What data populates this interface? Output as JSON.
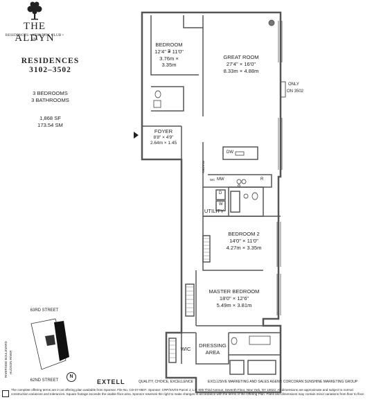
{
  "brand": {
    "name": "THE ALDYN",
    "tagline": "RESIDENCES • ATHLETIC CLUB • SPA",
    "developer": "EXTELL",
    "developer_tagline": "QUALITY, CHOICE, EXCELLENCE",
    "marketing": "EXCLUSIVE MARKETING AND SALES AGENT: CORCORAN SUNSHINE MARKETING GROUP"
  },
  "residence": {
    "heading": "RESIDENCES",
    "units": "3102–3502",
    "bedrooms": "3 BEDROOMS",
    "bathrooms": "3 BATHROOMS",
    "area_sf": "1,868 SF",
    "area_sm": "173.54 SM"
  },
  "rooms": {
    "bedroom3": {
      "name": "BEDROOM 3",
      "imperial": "12'4\" × 11'0\"",
      "metric": "3.76m × 3.35m"
    },
    "great_room": {
      "name": "GREAT ROOM",
      "imperial": "27'4\" × 16'0\"",
      "metric": "8.33m × 4.88m"
    },
    "only_note": {
      "line1": "ONLY",
      "line2": "ON 3502"
    },
    "foyer": {
      "name": "FOYER",
      "imperial": "8'8\" × 4'9\"",
      "metric": "2.64m × 1.45"
    },
    "bedroom2": {
      "name": "BEDROOM 2",
      "imperial": "14'0\" × 11'0\"",
      "metric": "4.27m × 3.35m"
    },
    "master": {
      "name": "MASTER BEDROOM",
      "imperial": "18'0\" × 12'6\"",
      "metric": "5.49m × 3.81m"
    },
    "dressing": {
      "line1": "DRESSING",
      "line2": "AREA"
    },
    "wic": "WIC",
    "utility": "UTILITY",
    "dw": "DW",
    "mw": "MW",
    "wc": "WC",
    "r": "R",
    "d": "D",
    "w": "W",
    "pantry": "PANTRY"
  },
  "keyplan": {
    "top_street": "63RD STREET",
    "bottom_street": "62ND STREET",
    "side_line1": "RIVERSIDE BOULEVARD",
    "side_line2": "HUDSON RIVER",
    "north": "N"
  },
  "disclaimer": {
    "line1": "The complete offering terms are in an offering plan available from Sponsor. File No. CD-07-0507. Sponsor: CRP/SIV/III Parcel J, L.P. 805 Third Avenue, Seventh Floor, New York, NY 10022. All dimensions are approximate and subject to normal",
    "line2": "construction variances and tolerances. Square footage exceeds the usable floor area. Sponsor reserves the right to make changes in accordance with the terms of the Offering Plan. Plans and dimensions may contain minor variations from floor to floor."
  },
  "colors": {
    "wall": "#555555",
    "ink": "#222222",
    "keyplan_building": "#111111"
  }
}
